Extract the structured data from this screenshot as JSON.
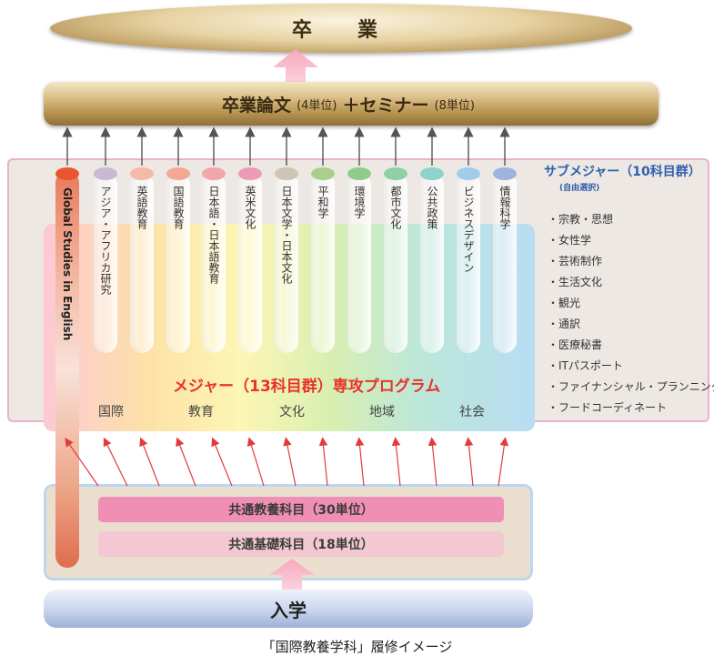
{
  "graduation": "卒　業",
  "thesis": {
    "title": "卒業論文",
    "thesis_units": "(4単位)",
    "plus": "＋",
    "seminar": "セミナー",
    "seminar_units": "(8単位)"
  },
  "submajor": {
    "title": "サブメジャー（10科目群）",
    "note": "(自由選択)",
    "items": [
      "・宗教・思想",
      "・女性学",
      "・芸術制作",
      "・生活文化",
      "・観光",
      "・通訳",
      "・医療秘書",
      "・ITパスポート",
      "・ファイナンシャル・プランニング",
      "・フードコーディネート"
    ]
  },
  "gse": "Global Studies in English",
  "columns": [
    "アジア・アフリカ研究",
    "英語教育",
    "国語教育",
    "日本語・日本語教育",
    "英米文化",
    "日本文学・日本文化",
    "平和学",
    "環境学",
    "都市文化",
    "公共政策",
    "ビジネスデザイン",
    "情報科学"
  ],
  "column_colors": [
    "#c9b9d4",
    "#f4b9ab",
    "#f2a895",
    "#f0a6aa",
    "#ec9bb6",
    "#cfc4b6",
    "#a9cf8e",
    "#8fcb8a",
    "#8fcfa6",
    "#8ed2c9",
    "#9fcde8",
    "#9db4dd"
  ],
  "major": {
    "title": "メジャー（13科目群）専攻プログラム",
    "areas": [
      "国際",
      "教育",
      "文化",
      "地域",
      "社会"
    ]
  },
  "liberal": "共通教養科目（30単位）",
  "basic": "共通基礎科目（18単位）",
  "entry": "入学",
  "caption": "「国際教養学科」履修イメージ"
}
